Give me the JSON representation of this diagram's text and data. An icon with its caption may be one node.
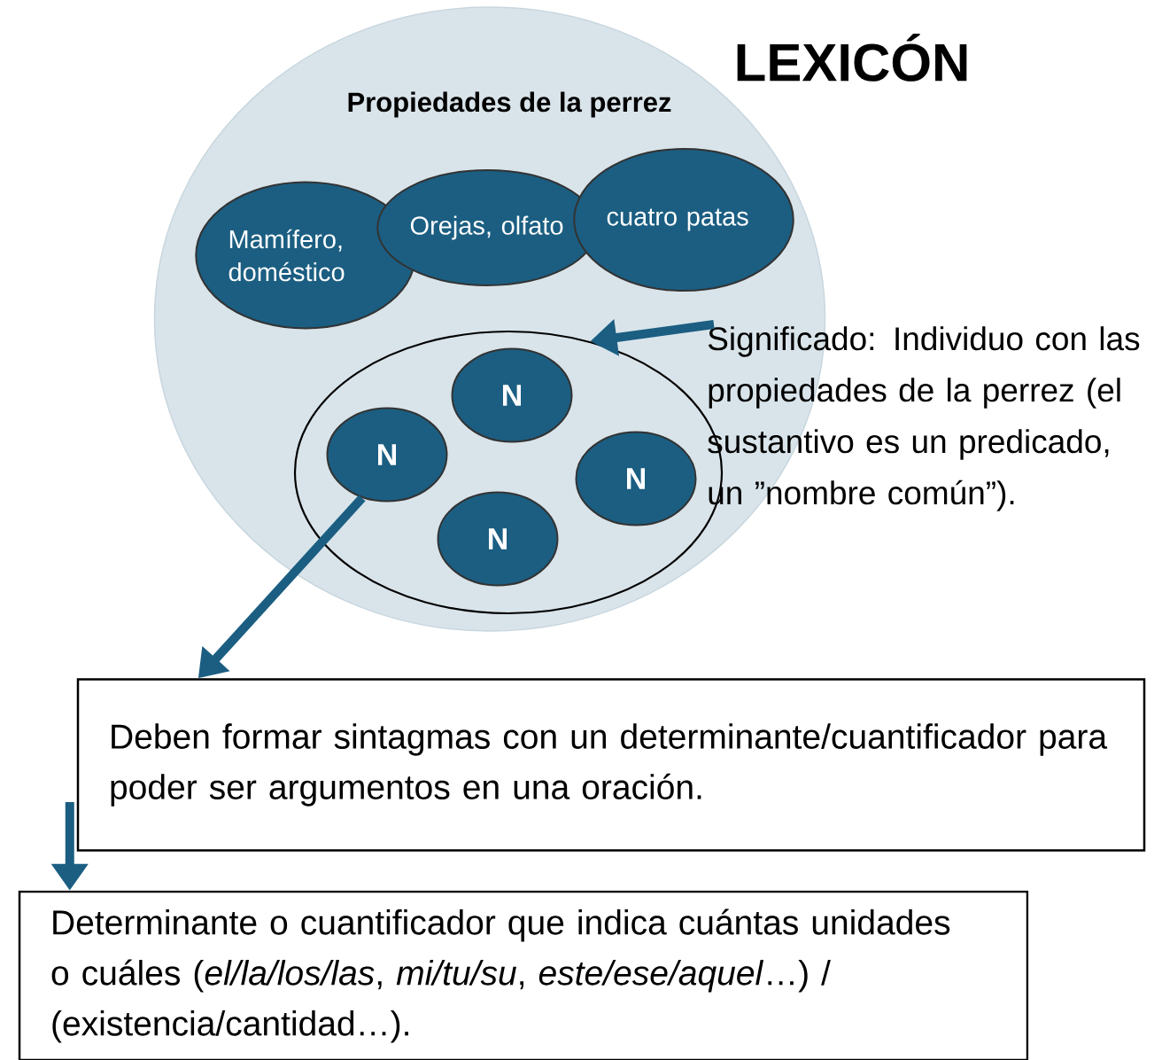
{
  "diagram": {
    "title": "LEXICÓN",
    "nodes": [
      {
        "text": [
          "Propiedades de la perrez"
        ]
      },
      {
        "text": [
          "Mamífero, doméstico"
        ],
        "in": 0
      },
      {
        "text": [
          "Orejas, olfato"
        ],
        "in": 0
      },
      {
        "text": [
          "cuatro patas"
        ],
        "in": 0
      },
      {
        "text": [],
        "shape": "ellipse",
        "in": 0
      },
      {
        "text": [
          "N"
        ],
        "in": 4
      },
      {
        "text": [
          "N"
        ],
        "in": 4
      },
      {
        "text": [
          "N"
        ],
        "in": 4
      },
      {
        "text": [
          "N"
        ],
        "in": 4
      },
      {
        "text": [
          "Significado: Individuo con las propiedades de la perrez (el sustantivo es un predicado, un ”nombre común”)."
        ]
      },
      {
        "text": [
          "Deben formar sintagmas con un determinante/cuantificador para poder ser argumentos en una oración."
        ]
      },
      {
        "text": [
          "Determinante o cuantificador que indica cuántas unidades o cuáles (*el/la/los/las*, *mi/tu/su*, *este/ese/aquel*…) / (existencia/cantidad…)."
        ]
      }
    ],
    "edges": [
      {
        "from": 9,
        "to": 4,
        "arrow": "to"
      },
      {
        "from": 6,
        "to": 10,
        "arrow": "to"
      },
      {
        "from": 10,
        "to": 11,
        "arrow": "to"
      }
    ]
  }
}
